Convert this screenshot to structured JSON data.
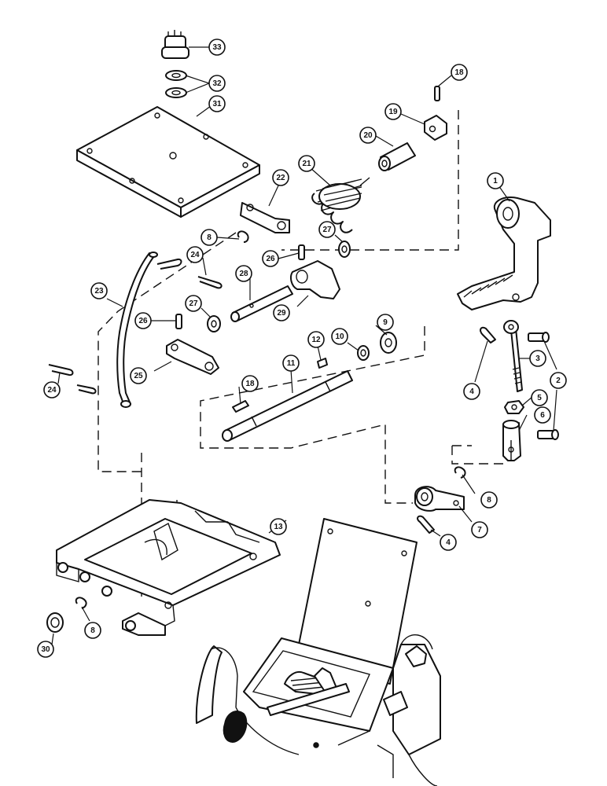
{
  "diagram": {
    "callouts": [
      {
        "id": "c33",
        "label": "33"
      },
      {
        "id": "c32",
        "label": "32"
      },
      {
        "id": "c31",
        "label": "31"
      },
      {
        "id": "c18a",
        "label": "18"
      },
      {
        "id": "c19",
        "label": "19"
      },
      {
        "id": "c20",
        "label": "20"
      },
      {
        "id": "c21",
        "label": "21"
      },
      {
        "id": "c22",
        "label": "22"
      },
      {
        "id": "c1",
        "label": "1"
      },
      {
        "id": "c8a",
        "label": "8"
      },
      {
        "id": "c27a",
        "label": "27"
      },
      {
        "id": "c24a",
        "label": "24"
      },
      {
        "id": "c26a",
        "label": "26"
      },
      {
        "id": "c28",
        "label": "28"
      },
      {
        "id": "c23",
        "label": "23"
      },
      {
        "id": "c29",
        "label": "29"
      },
      {
        "id": "c27b",
        "label": "27"
      },
      {
        "id": "c26b",
        "label": "26"
      },
      {
        "id": "c9",
        "label": "9"
      },
      {
        "id": "c10",
        "label": "10"
      },
      {
        "id": "c12",
        "label": "12"
      },
      {
        "id": "c11",
        "label": "11"
      },
      {
        "id": "c3",
        "label": "3"
      },
      {
        "id": "c2",
        "label": "2"
      },
      {
        "id": "c4a",
        "label": "4"
      },
      {
        "id": "c25",
        "label": "25"
      },
      {
        "id": "c24b",
        "label": "24"
      },
      {
        "id": "c18b",
        "label": "18"
      },
      {
        "id": "c5",
        "label": "5"
      },
      {
        "id": "c6",
        "label": "6"
      },
      {
        "id": "c8b",
        "label": "8"
      },
      {
        "id": "c7",
        "label": "7"
      },
      {
        "id": "c4b",
        "label": "4"
      },
      {
        "id": "c13",
        "label": "13"
      },
      {
        "id": "c8c",
        "label": "8"
      },
      {
        "id": "c30",
        "label": "30"
      }
    ]
  }
}
